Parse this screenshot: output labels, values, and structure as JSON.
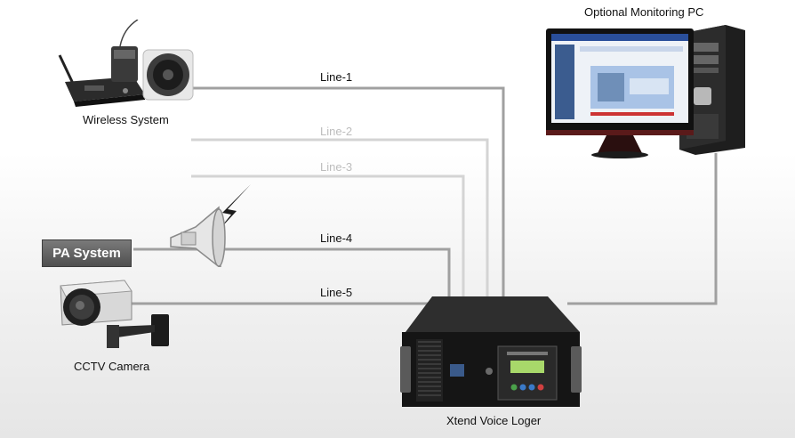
{
  "devices": {
    "wireless": {
      "label": "Wireless System",
      "icon": "wireless-microphone-icon"
    },
    "pa": {
      "label": "PA System",
      "icon": "megaphone-icon"
    },
    "cctv": {
      "label": "CCTV Camera",
      "icon": "cctv-camera-icon"
    },
    "logger": {
      "label": "Xtend Voice Loger",
      "icon": "rack-logger-icon"
    },
    "pc": {
      "label": "Optional Monitoring PC",
      "icon": "monitoring-pc-icon"
    }
  },
  "lines": [
    {
      "label": "Line-1",
      "active": true
    },
    {
      "label": "Line-2",
      "active": false
    },
    {
      "label": "Line-3",
      "active": false
    },
    {
      "label": "Line-4",
      "active": true
    },
    {
      "label": "Line-5",
      "active": true
    }
  ],
  "colors": {
    "active_line": "#a0a0a0",
    "inactive_line": "#d2d2d2",
    "pa_box": "#5f5f5f"
  }
}
